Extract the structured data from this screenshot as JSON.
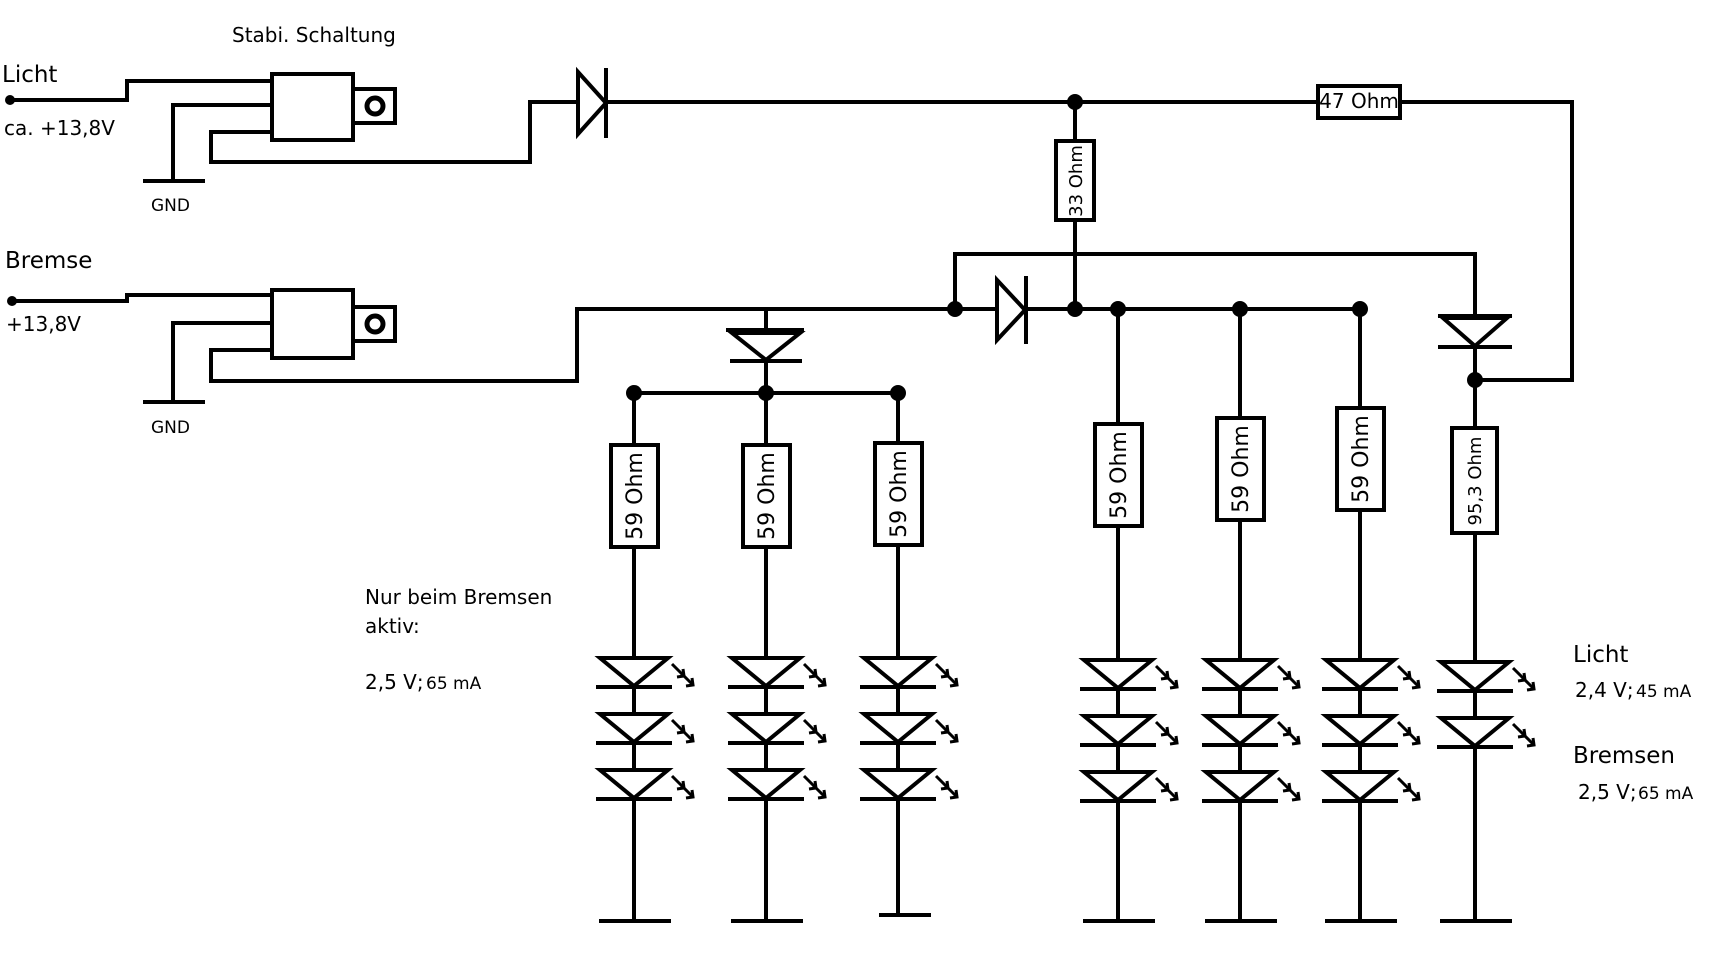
{
  "texts": {
    "stabi": "Stabi. Schaltung",
    "licht_in": "Licht",
    "licht_in_v": "ca. +13,8V",
    "gnd1": "GND",
    "bremse_in": "Bremse",
    "bremse_in_v": "+13,8V",
    "gnd2": "GND",
    "note_line1": "Nur beim Bremsen",
    "note_line2": "aktiv:",
    "note_v": "2,5 V;",
    "note_i": "65 mA",
    "licht_out": "Licht",
    "licht_out_v": "2,4 V;",
    "licht_out_i": "45 mA",
    "bremsen_out": "Bremsen",
    "bremsen_out_v": "2,5 V;",
    "bremsen_out_i": "65 mA"
  },
  "resistors": {
    "r47": "47 Ohm",
    "r33": "33 Ohm",
    "r59_1": "59 Ohm",
    "r59_2": "59 Ohm",
    "r59_3": "59 Ohm",
    "r59_4": "59 Ohm",
    "r59_5": "59 Ohm",
    "r59_6": "59 Ohm",
    "r95": "95,3 Ohm"
  }
}
